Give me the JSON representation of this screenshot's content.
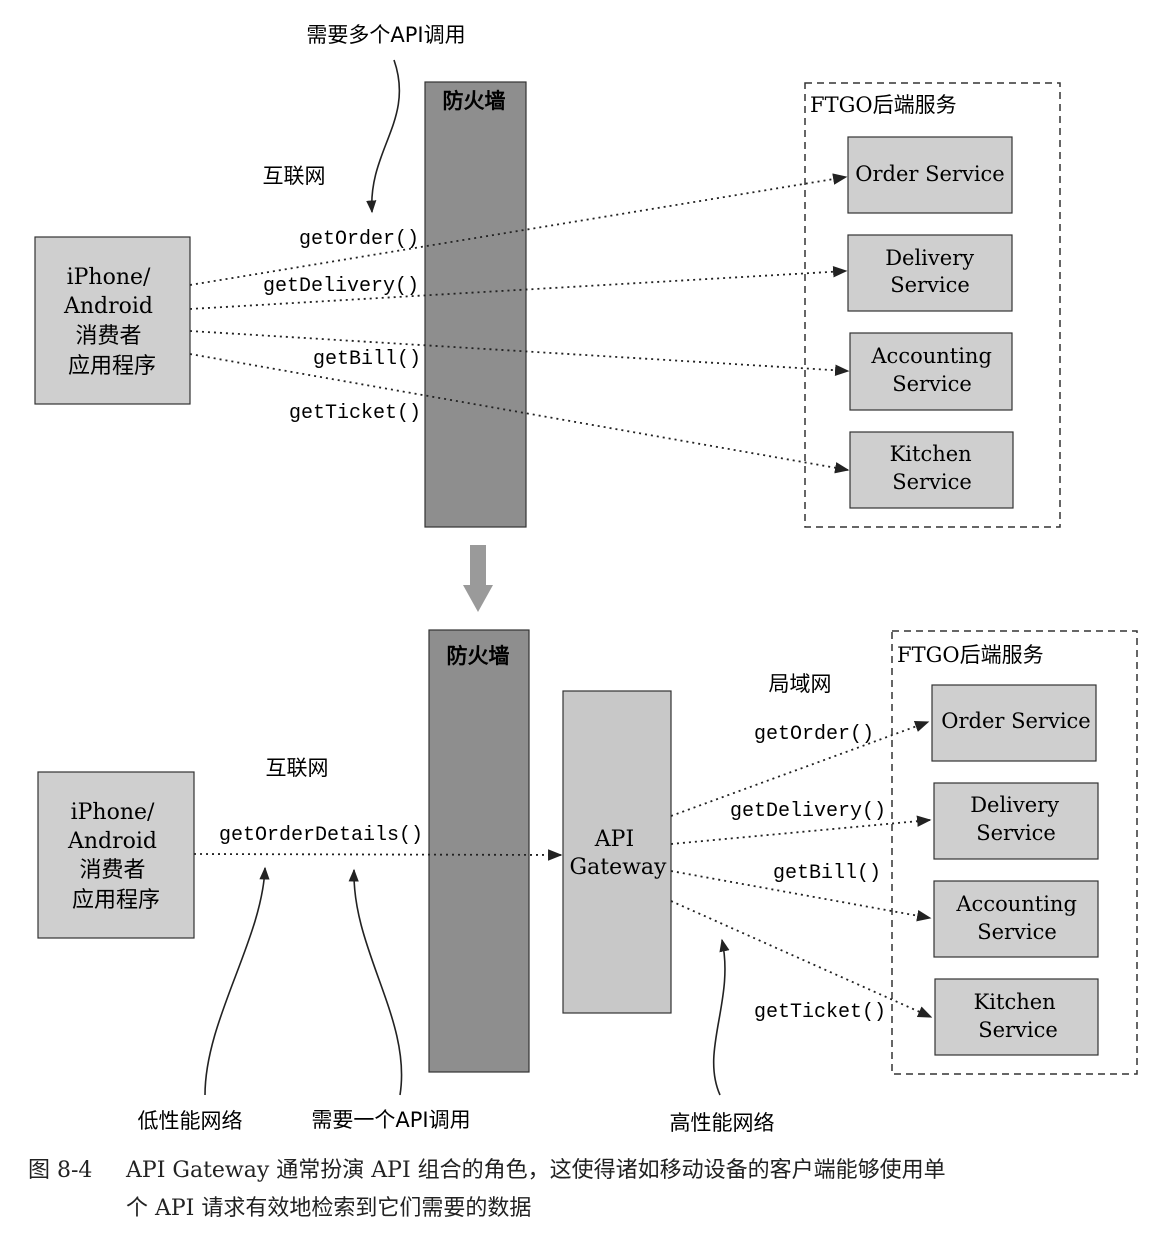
{
  "top": {
    "annotation": "需要多个API调用",
    "firewall": "防火墙",
    "internet": "互联网",
    "client": [
      "iPhone/",
      "Android",
      "消费者",
      "应用程序"
    ],
    "backend": "FTGO后端服务",
    "calls": [
      "getOrder()",
      "getDelivery()",
      "getBill()",
      "getTicket()"
    ],
    "services": [
      [
        "Order Service"
      ],
      [
        "Delivery",
        "Service"
      ],
      [
        "Accounting",
        "Service"
      ],
      [
        "Kitchen",
        "Service"
      ]
    ]
  },
  "bottom": {
    "firewall": "防火墙",
    "internet": "互联网",
    "lan": "局域网",
    "client": [
      "iPhone/",
      "Android",
      "消费者",
      "应用程序"
    ],
    "gateway": [
      "API",
      "Gateway"
    ],
    "client_call": "getOrderDetails()",
    "backend": "FTGO后端服务",
    "calls": [
      "getOrder()",
      "getDelivery()",
      "getBill()",
      "getTicket()"
    ],
    "services": [
      [
        "Order Service"
      ],
      [
        "Delivery",
        "Service"
      ],
      [
        "Accounting",
        "Service"
      ],
      [
        "Kitchen",
        "Service"
      ]
    ],
    "labels": {
      "low_perf": "低性能网络",
      "one_call": "需要一个API调用",
      "high_perf": "高性能网络"
    }
  },
  "caption": {
    "number": "图 8-4",
    "line1": "API Gateway 通常扮演 API 组合的角色，这使得诸如移动设备的客户端能够使用单",
    "line2": "个 API 请求有效地检索到它们需要的数据"
  },
  "colors": {
    "firewall": "#8e8e8e",
    "box": "#cfcfcf",
    "gateway": "#c8c8c8",
    "down_arrow": "#9a9a9a",
    "line": "#222222"
  }
}
